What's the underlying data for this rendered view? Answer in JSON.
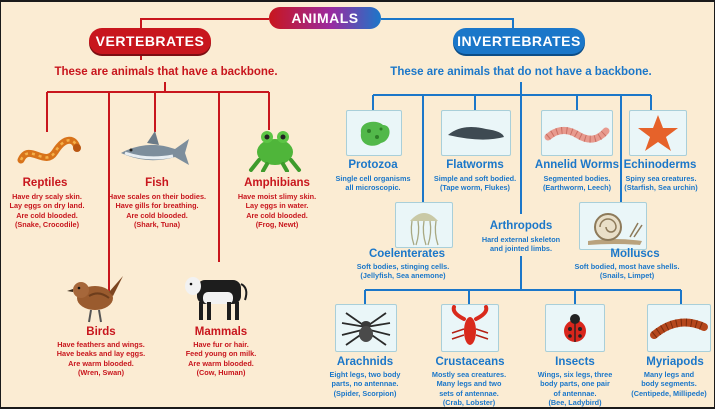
{
  "title": "ANIMALS",
  "vertebrates": {
    "label": "VERTEBRATES",
    "subtitle": "These are animals that have a backbone.",
    "groups": [
      {
        "name": "Reptiles",
        "desc": "Have dry scaly skin.\nLay eggs on dry land.\nAre cold blooded.\n(Snake, Crocodile)",
        "icon": "snake-icon"
      },
      {
        "name": "Fish",
        "desc": "Have scales on their bodies.\nHave gills for breathing.\nAre cold blooded.\n(Shark, Tuna)",
        "icon": "shark-icon"
      },
      {
        "name": "Amphibians",
        "desc": "Have moist slimy skin.\nLay eggs in water.\nAre cold blooded.\n(Frog, Newt)",
        "icon": "frog-icon"
      },
      {
        "name": "Birds",
        "desc": "Have feathers and wings.\nHave beaks and lay eggs.\nAre warm blooded.\n(Wren, Swan)",
        "icon": "bird-icon"
      },
      {
        "name": "Mammals",
        "desc": "Have fur or hair.\nFeed young on milk.\nAre warm blooded.\n(Cow, Human)",
        "icon": "cow-icon"
      }
    ]
  },
  "invertebrates": {
    "label": "INVERTEBRATES",
    "subtitle": "These are animals that do not have a backbone.",
    "groups": [
      {
        "name": "Protozoa",
        "desc": "Single cell organisms\nall microscopic.",
        "icon": "protozoa-icon"
      },
      {
        "name": "Flatworms",
        "desc": "Simple and soft bodied.\n(Tape worm, Flukes)",
        "icon": "flatworm-icon"
      },
      {
        "name": "Annelid Worms",
        "desc": "Segmented bodies.\n(Earthworm, Leech)",
        "icon": "earthworm-icon"
      },
      {
        "name": "Echinoderms",
        "desc": "Spiny sea creatures.\n(Starfish, Sea urchin)",
        "icon": "starfish-icon"
      },
      {
        "name": "Coelenterates",
        "desc": "Soft bodies, stinging cells.\n(Jellyfish, Sea anemone)",
        "icon": "jellyfish-icon"
      },
      {
        "name": "Arthropods",
        "desc": "Hard external skeleton\nand jointed limbs.",
        "icon": ""
      },
      {
        "name": "Molluscs",
        "desc": "Soft bodied, most have shells.\n(Snails, Limpet)",
        "icon": "snail-icon"
      },
      {
        "name": "Arachnids",
        "desc": "Eight legs, two body\nparts, no antennae.\n(Spider, Scorpion)",
        "icon": "spider-icon"
      },
      {
        "name": "Crustaceans",
        "desc": "Mostly sea creatures.\nMany legs and two\nsets of antennae.\n(Crab, Lobster)",
        "icon": "lobster-icon"
      },
      {
        "name": "Insects",
        "desc": "Wings, six legs, three\nbody parts, one pair\nof antennae.\n(Bee, Ladybird)",
        "icon": "ladybird-icon"
      },
      {
        "name": "Myriapods",
        "desc": "Many legs and\nbody segments.\n(Centipede, Millipede)",
        "icon": "centipede-icon"
      }
    ]
  },
  "colors": {
    "vertebrate": "#c8161d",
    "invertebrate": "#1b77c9",
    "background": "#fbecd3",
    "title_left": "#c8161d",
    "title_right": "#1b77c9"
  }
}
